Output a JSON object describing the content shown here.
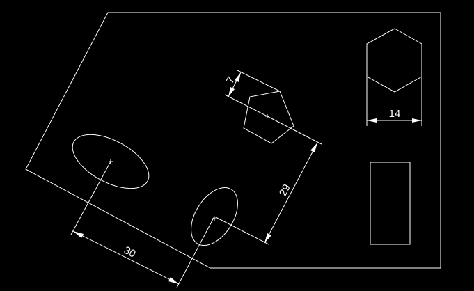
{
  "drawing": {
    "background_color": "#000000",
    "line_color": "#ffffff",
    "dimensions": {
      "dim_30": "30",
      "dim_29": "29",
      "dim_7": "7",
      "dim_14": "14"
    }
  }
}
